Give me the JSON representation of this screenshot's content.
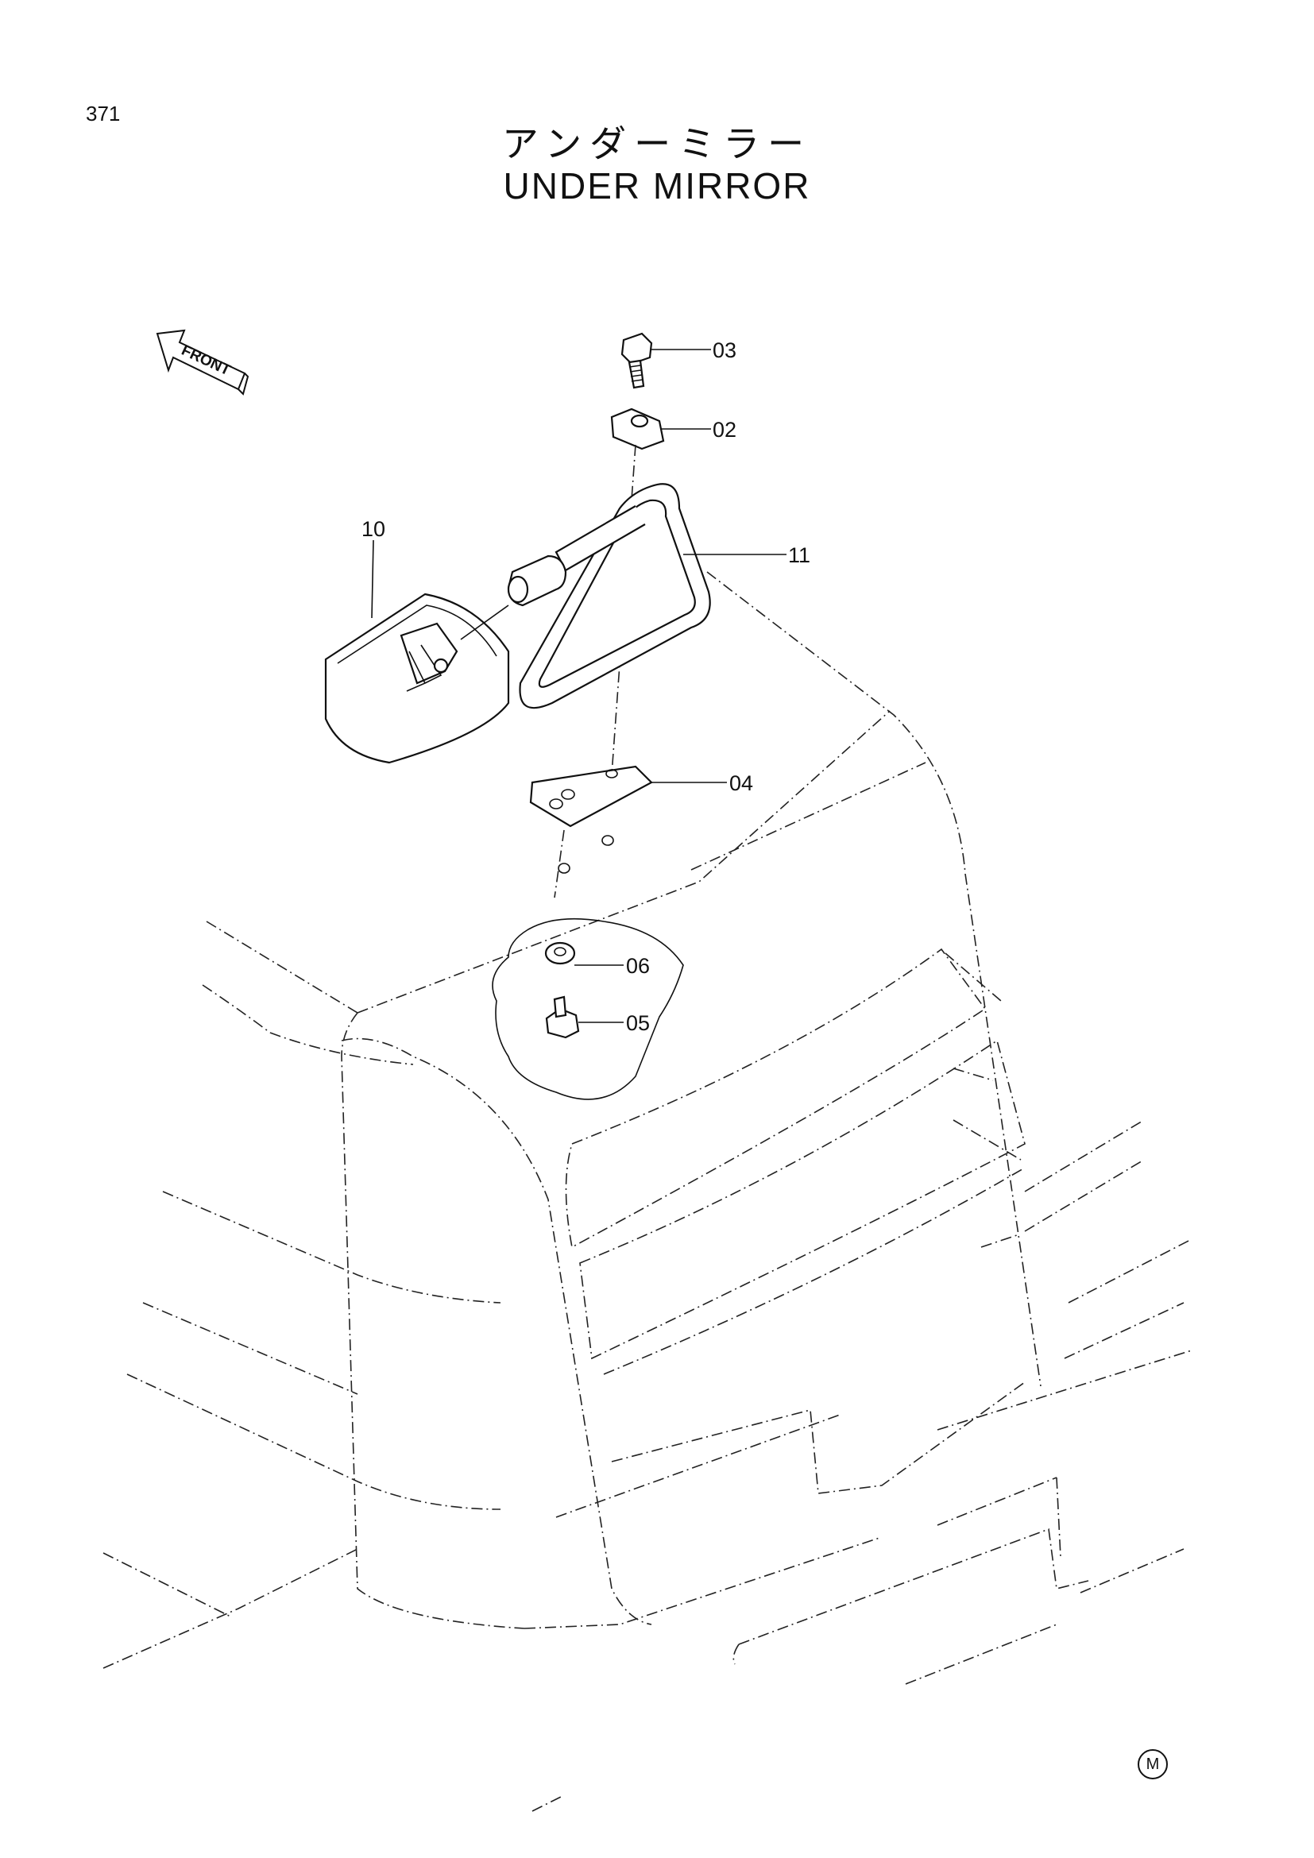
{
  "page": {
    "number": "371"
  },
  "title": {
    "japanese": "アンダーミラー",
    "english": "UNDER  MIRROR"
  },
  "direction_arrow": {
    "label": "FRONT"
  },
  "callouts": [
    {
      "id": "03",
      "part": "bolt"
    },
    {
      "id": "02",
      "part": "clamp"
    },
    {
      "id": "11",
      "part": "mirror-stay"
    },
    {
      "id": "10",
      "part": "mirror"
    },
    {
      "id": "04",
      "part": "plate"
    },
    {
      "id": "06",
      "part": "washer"
    },
    {
      "id": "05",
      "part": "bolt"
    }
  ],
  "footer": {
    "mark": "M"
  }
}
